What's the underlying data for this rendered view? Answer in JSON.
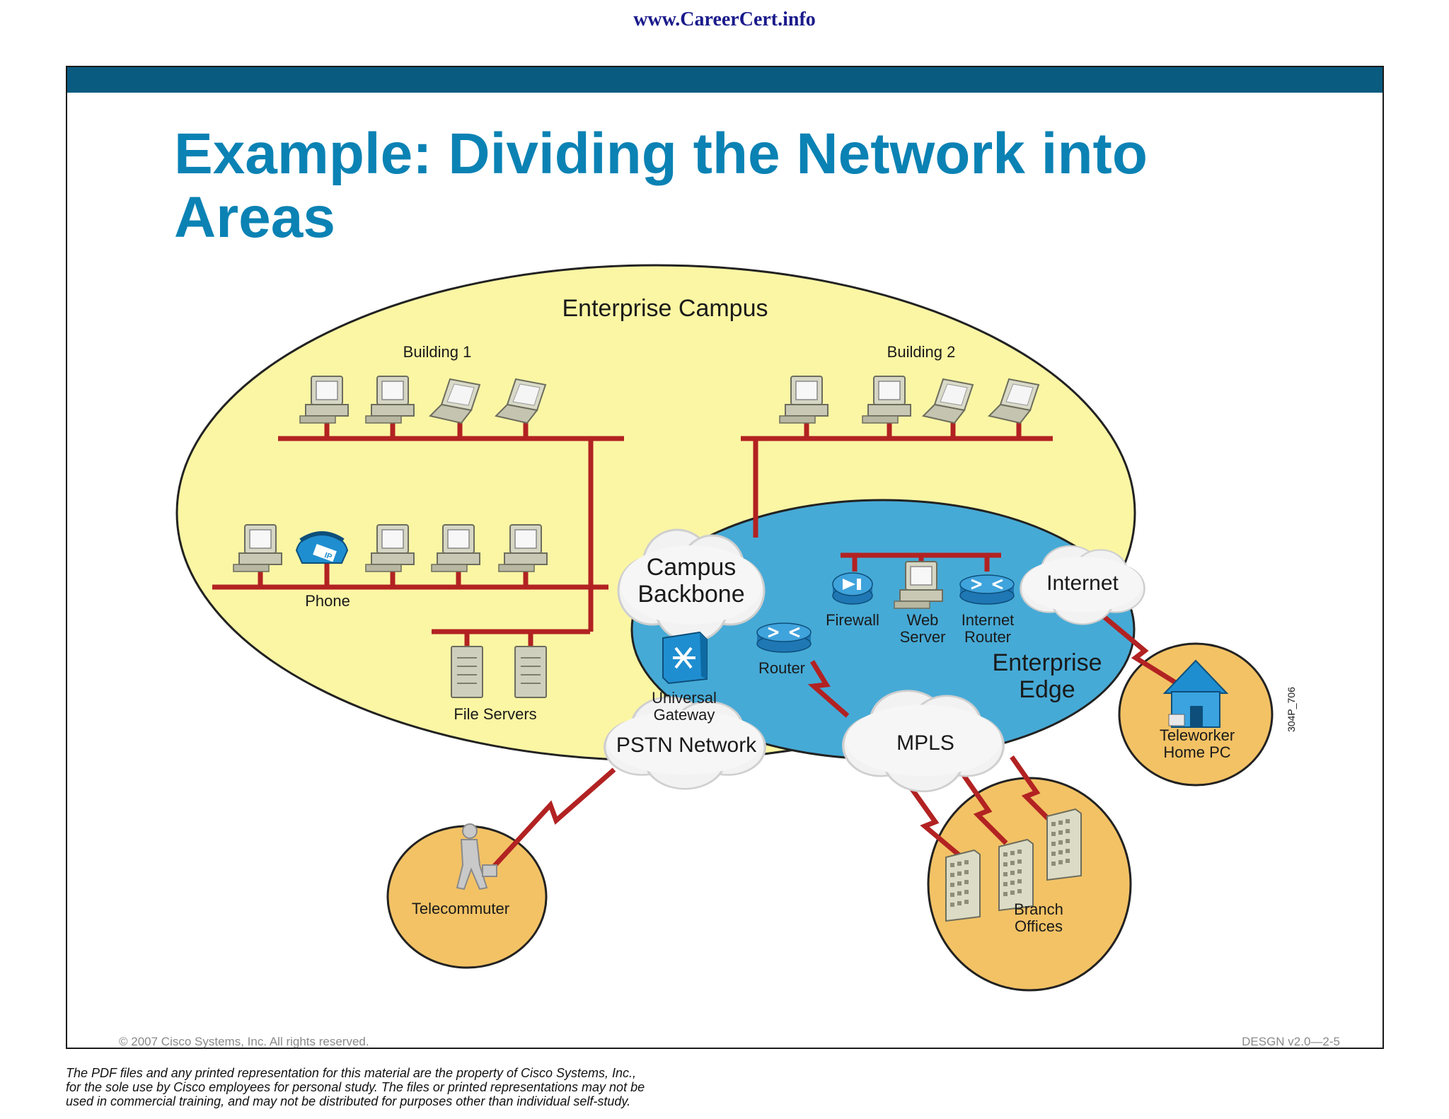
{
  "header": {
    "site_url": "www.CareerCert.info"
  },
  "slide": {
    "title_line1": "Example: Dividing the Network into",
    "title_line2": "Areas",
    "copyright": "© 2007 Cisco Systems, Inc. All rights reserved.",
    "course_code": "DESGN v2.0—2-5"
  },
  "diagram": {
    "enterprise_campus": "Enterprise Campus",
    "building_1": "Building 1",
    "building_2": "Building 2",
    "phone": "Phone",
    "phone_badge": "IP",
    "file_servers": "File Servers",
    "campus_backbone_line1": "Campus",
    "campus_backbone_line2": "Backbone",
    "universal_gateway_line1": "Universal",
    "universal_gateway_line2": "Gateway",
    "pstn_network": "PSTN Network",
    "router": "Router",
    "firewall": "Firewall",
    "web_server_line1": "Web",
    "web_server_line2": "Server",
    "internet_router_line1": "Internet",
    "internet_router_line2": "Router",
    "internet": "Internet",
    "enterprise_edge_line1": "Enterprise",
    "enterprise_edge_line2": "Edge",
    "mpls": "MPLS",
    "teleworker_line1": "Teleworker",
    "teleworker_line2": "Home PC",
    "telecommuter": "Telecommuter",
    "branch_offices_line1": "Branch",
    "branch_offices_line2": "Offices",
    "figure_id": "304P_706"
  },
  "footer": {
    "disclaimer_line1": "The PDF files and any printed representation for this material are the property of Cisco Systems, Inc.,",
    "disclaimer_line2": "for the sole use by Cisco employees for personal study. The files or printed representations may not be",
    "disclaimer_line3": "used in commercial training, and may not be distributed for purposes other than individual self-study."
  },
  "colors": {
    "campus_fill": "#fbf6a4",
    "edge_fill": "#46aad6",
    "remote_fill": "#f3c265",
    "link_red": "#b22222",
    "title_blue": "#0b82b4",
    "band_blue": "#0a5b80"
  }
}
